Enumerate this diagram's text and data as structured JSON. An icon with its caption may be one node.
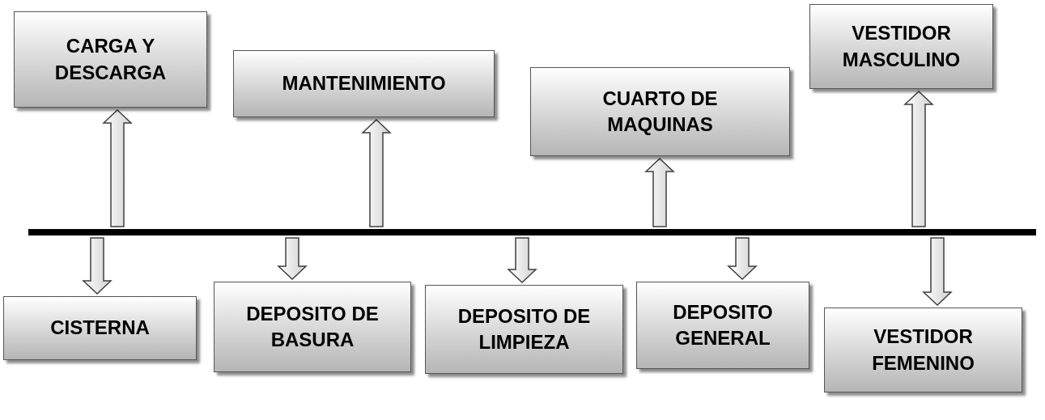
{
  "diagram": {
    "nodes": [
      {
        "text": [
          "CARGA Y DESCARGA"
        ]
      },
      {
        "text": [
          "MANTENIMIENTO"
        ]
      },
      {
        "text": [
          "CUARTO DE MAQUINAS"
        ]
      },
      {
        "text": [
          "VESTIDOR MASCULINO"
        ]
      },
      {
        "text": [],
        "shape": "bar"
      },
      {
        "text": [
          "CISTERNA"
        ]
      },
      {
        "text": [
          "DEPOSITO DE BASURA"
        ]
      },
      {
        "text": [
          "DEPOSITO DE LIMPIEZA"
        ]
      },
      {
        "text": [
          "DEPOSITO GENERAL"
        ]
      },
      {
        "text": [
          "VESTIDOR FEMENINO"
        ]
      }
    ],
    "edges": [
      {
        "from": 4,
        "to": 0,
        "arrow": "to"
      },
      {
        "from": 4,
        "to": 1,
        "arrow": "to"
      },
      {
        "from": 4,
        "to": 2,
        "arrow": "to"
      },
      {
        "from": 4,
        "to": 3,
        "arrow": "to"
      },
      {
        "from": 4,
        "to": 5,
        "arrow": "to"
      },
      {
        "from": 4,
        "to": 6,
        "arrow": "to"
      },
      {
        "from": 4,
        "to": 7,
        "arrow": "to"
      },
      {
        "from": 4,
        "to": 8,
        "arrow": "to"
      },
      {
        "from": 4,
        "to": 9,
        "arrow": "to"
      }
    ]
  }
}
